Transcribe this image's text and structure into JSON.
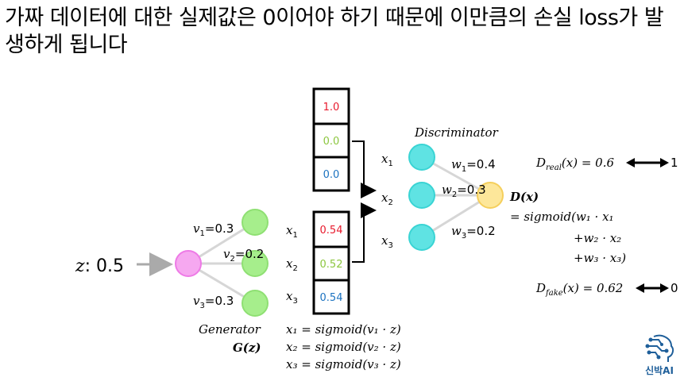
{
  "title": "가짜 데이터에 대한 실제값은 0이어야 하기 때문에 이만큼의 손실 loss가 발생하게 됩니다",
  "input": {
    "label": "z",
    "value": "0.5"
  },
  "generator": {
    "label": "Generator",
    "symbol": "G(z)",
    "weights": [
      {
        "name": "v",
        "sub": "1",
        "value": "0.3"
      },
      {
        "name": "v",
        "sub": "2",
        "value": "0.2"
      },
      {
        "name": "v",
        "sub": "3",
        "value": "0.3"
      }
    ],
    "outputs": [
      "x",
      "x",
      "x"
    ],
    "output_subs": [
      "1",
      "2",
      "3"
    ],
    "formulas": [
      "x₁ = sigmoid(v₁ · z)",
      "x₂ = sigmoid(v₂ · z)",
      "x₃ = sigmoid(v₃ · z)"
    ]
  },
  "real_box": {
    "values": [
      "1.0",
      "0.0",
      "0.0"
    ],
    "colors": [
      "#e8192c",
      "#8cc63f",
      "#1b72c0"
    ]
  },
  "fake_box": {
    "values": [
      "0.54",
      "0.52",
      "0.54"
    ],
    "colors": [
      "#e8192c",
      "#8cc63f",
      "#1b72c0"
    ]
  },
  "discriminator": {
    "label": "Discriminator",
    "inputs": [
      "x",
      "x",
      "x"
    ],
    "input_subs": [
      "1",
      "2",
      "3"
    ],
    "weights": [
      {
        "name": "w",
        "sub": "1",
        "value": "0.4"
      },
      {
        "name": "w",
        "sub": "2",
        "value": "0.3"
      },
      {
        "name": "w",
        "sub": "3",
        "value": "0.2"
      }
    ],
    "output_symbol": "D(x)",
    "formula_lines": [
      "= sigmoid(w₁ · x₁",
      "+w₂ · x₂",
      "+w₃ · x₃)"
    ]
  },
  "results": [
    {
      "name": "D",
      "sub": "real",
      "expr": "(x) = 0.6",
      "target": "1"
    },
    {
      "name": "D",
      "sub": "fake",
      "expr": "(x) = 0.62",
      "target": "0"
    }
  ],
  "colors": {
    "pink": "#f6a8f0",
    "pink_stroke": "#ee7ae6",
    "green": "#a6ee8c",
    "green_stroke": "#8fe073",
    "cyan": "#5fe3e3",
    "cyan_stroke": "#3ad4d4",
    "yellow": "#fde79a",
    "yellow_stroke": "#f5cf5c",
    "edge": "#d6d6d6"
  },
  "logo": {
    "icon": "brain-circuit-icon",
    "text": "신박AI"
  }
}
